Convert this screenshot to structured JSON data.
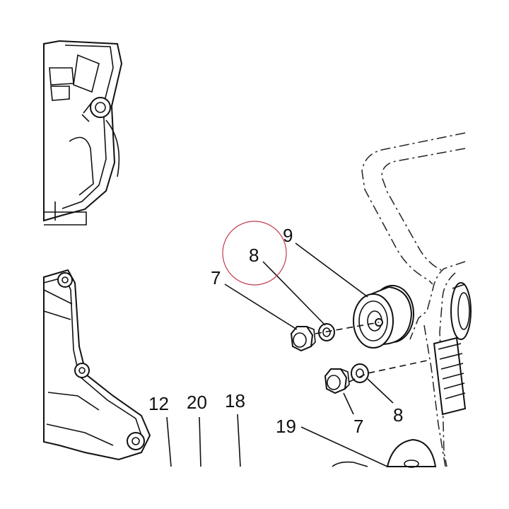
{
  "diagram": {
    "callouts": [
      {
        "id": "c9",
        "label": "9"
      },
      {
        "id": "c8a",
        "label": "8"
      },
      {
        "id": "c7a",
        "label": "7"
      },
      {
        "id": "c7b",
        "label": "7"
      },
      {
        "id": "c8b",
        "label": "8"
      },
      {
        "id": "c12",
        "label": "12"
      },
      {
        "id": "c20",
        "label": "20"
      },
      {
        "id": "c18",
        "label": "18"
      },
      {
        "id": "c19",
        "label": "19"
      }
    ],
    "highlight_color": "#c0394b",
    "line_color": "#111111"
  }
}
